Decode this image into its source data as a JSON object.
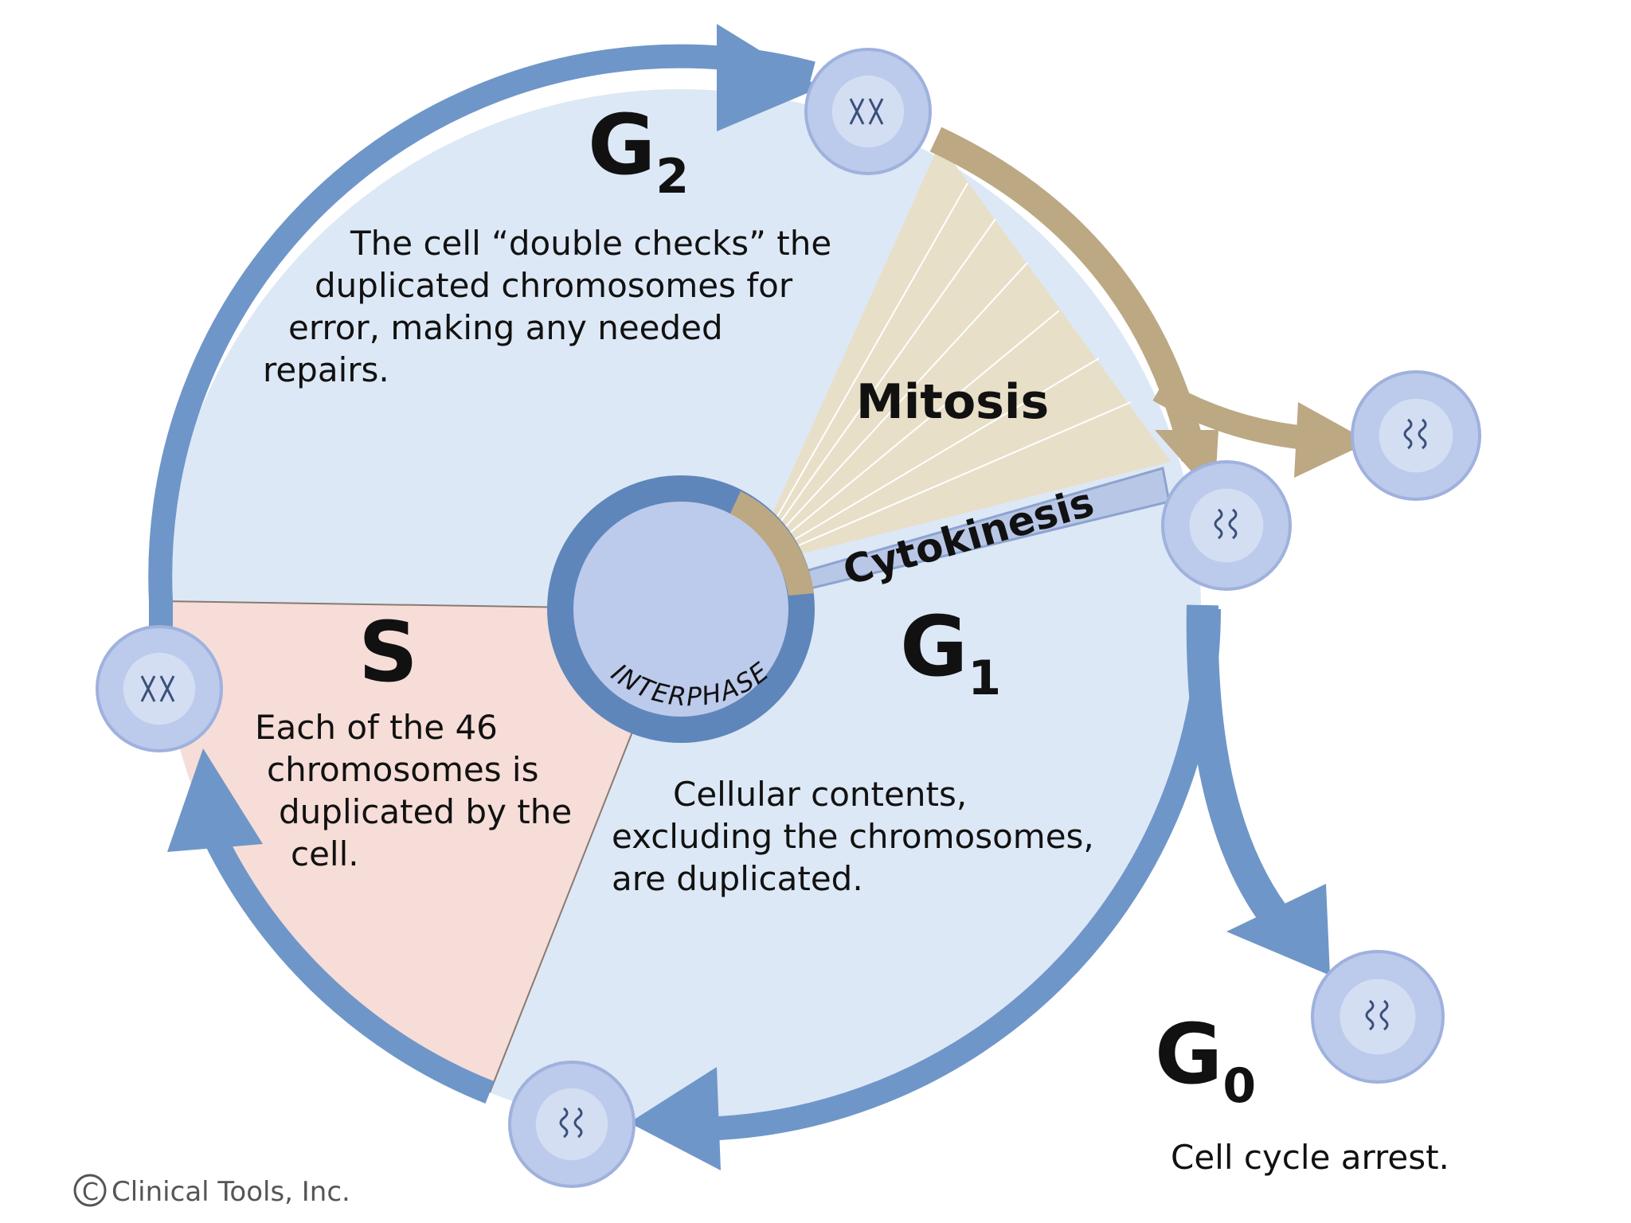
{
  "colors": {
    "arrow_blue": "#6f96c8",
    "cell_fill": "#bccaeb",
    "interphase_fill": "#dde8f6",
    "s_phase_fill": "#f6ddd8",
    "mitosis_fill": "#e8dfc8",
    "mitosis_arrow": "#bca882",
    "text": "#111111"
  },
  "phases": {
    "g2": {
      "letter": "G",
      "sub": "2",
      "lines": [
        "The cell “double checks” the",
        "duplicated chromosomes for",
        "error, making any needed",
        "repairs."
      ]
    },
    "s": {
      "letter": "S",
      "lines": [
        "Each of the 46",
        "chromosomes is",
        "duplicated by the",
        "cell."
      ]
    },
    "g1": {
      "letter": "G",
      "sub": "1",
      "lines": [
        "Cellular contents,",
        "excluding the chromosomes,",
        "are duplicated."
      ]
    },
    "g0": {
      "letter": "G",
      "sub": "0",
      "caption": "Cell cycle arrest."
    },
    "mitosis": {
      "label": "Mitosis"
    },
    "cytokinesis": {
      "label": "Cytokinesis"
    },
    "interphase": {
      "label": "INTERPHASE"
    }
  },
  "cells": [
    {
      "name": "g2-cell",
      "chromosomes": "duplicated"
    },
    {
      "name": "s-cell",
      "chromosomes": "duplicated"
    },
    {
      "name": "g1-bottom-cell",
      "chromosomes": "single"
    },
    {
      "name": "daughter-cell-1",
      "chromosomes": "single"
    },
    {
      "name": "daughter-cell-2",
      "chromosomes": "single"
    },
    {
      "name": "g0-cell",
      "chromosomes": "single"
    }
  ],
  "copyright": "Clinical Tools, Inc."
}
